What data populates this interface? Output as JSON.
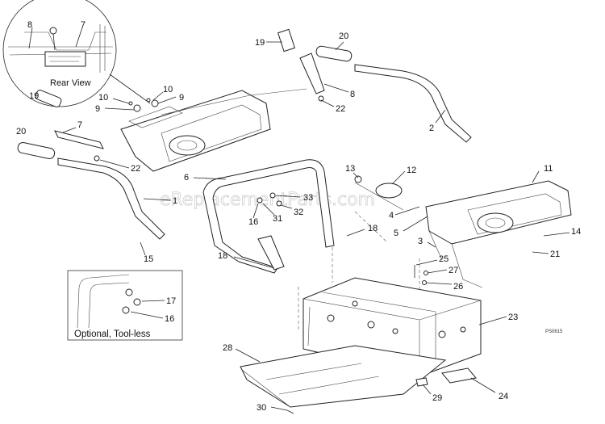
{
  "watermark": "eReplacementParts.com",
  "figure_code": "PS0615",
  "inset_rear": {
    "caption": "Rear View",
    "callouts": [
      "8",
      "7"
    ]
  },
  "inset_optional": {
    "caption": "Optional, Tool-less",
    "callouts": [
      "17",
      "16"
    ]
  },
  "callouts": {
    "c19a": "19",
    "c20a": "20",
    "c8a": "8",
    "c22a": "22",
    "c2": "2",
    "c10a": "10",
    "c9a": "9",
    "c10b": "10",
    "c9b": "9",
    "c19b": "19",
    "c7": "7",
    "c20b": "20",
    "c22b": "22",
    "c6": "6",
    "c1": "1",
    "c33": "33",
    "c16a": "16",
    "c31": "31",
    "c32": "32",
    "c13": "13",
    "c12": "12",
    "c4": "4",
    "c18a": "18",
    "c5": "5",
    "c11": "11",
    "c14": "14",
    "c3": "3",
    "c21": "21",
    "c15": "15",
    "c18b": "18",
    "c25": "25",
    "c27": "27",
    "c26": "26",
    "c23": "23",
    "c28": "28",
    "c29": "29",
    "c24": "24",
    "c30": "30"
  }
}
